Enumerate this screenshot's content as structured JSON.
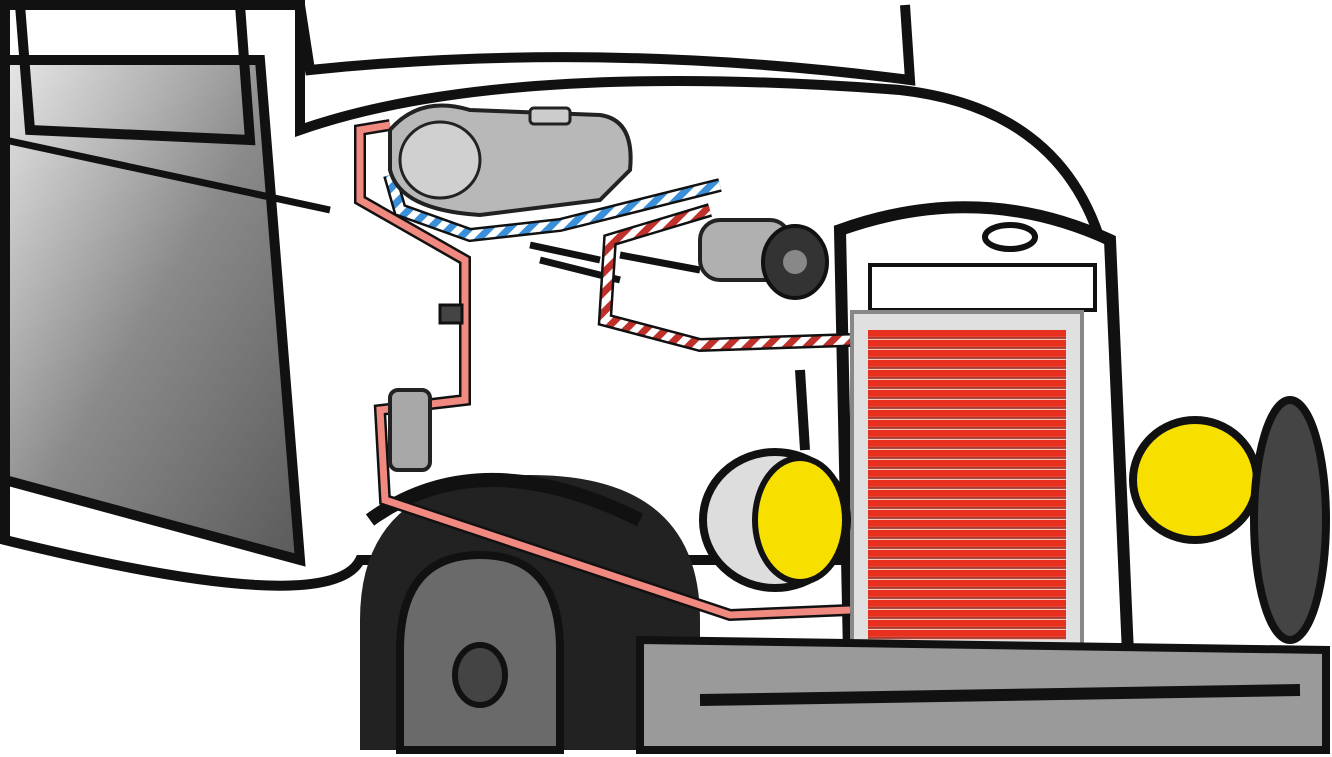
{
  "illustration": {
    "subject": "car-ac-system",
    "colors": {
      "background": "#ffffff",
      "outline": "#111111",
      "body_gray": "#9a9a9a",
      "high_pressure_line": "#f08a80",
      "high_pressure_stripe": "#c0302a",
      "low_pressure_stripe": "#3a8fd8",
      "condenser": "#e8301e",
      "headlight": "#f7e000",
      "component_gray": "#b8b8b8"
    },
    "components": [
      "evaporator",
      "compressor",
      "receiver-drier",
      "pressure-switch",
      "condenser",
      "refrigerant-lines"
    ]
  }
}
